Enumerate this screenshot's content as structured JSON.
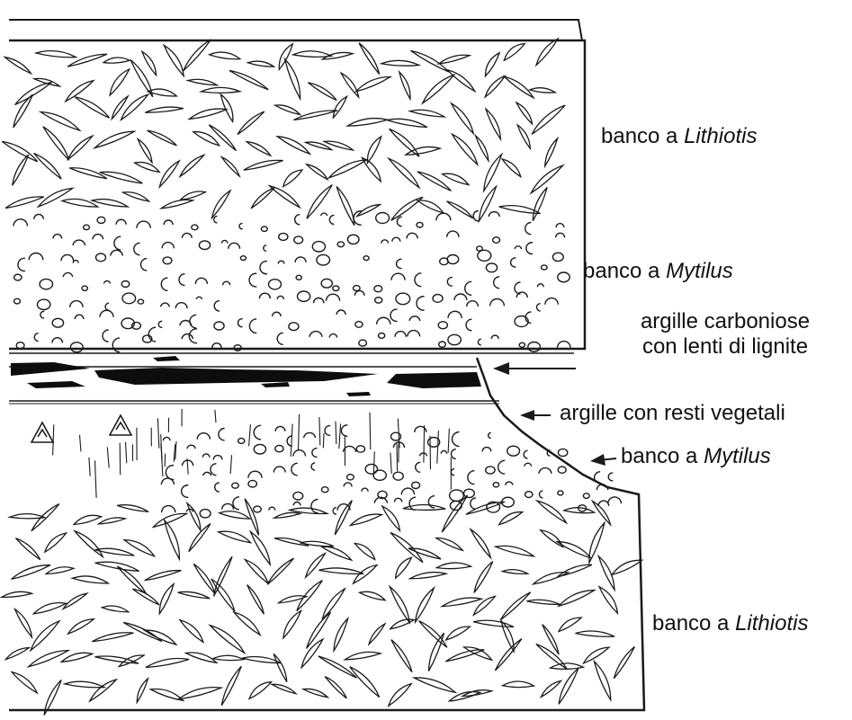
{
  "labels": {
    "upper_lithiotis": {
      "prefix": "banco a ",
      "taxon": "Lithiotis"
    },
    "upper_mytilus": {
      "prefix": "banco a ",
      "taxon": "Mytilus"
    },
    "carbonaceous_clay": {
      "line1": "argille carboniose",
      "line2": "con lenti di lignite"
    },
    "plant_remains_clay": {
      "text": "argille con resti vegetali"
    },
    "lower_mytilus": {
      "prefix": "banco a ",
      "taxon": "Mytilus"
    },
    "lower_lithiotis": {
      "prefix": "banco a ",
      "taxon": "Lithiotis"
    }
  },
  "colors": {
    "ink": "#1a1a1a",
    "paper": "#ffffff",
    "lignite": "#0d0d0d"
  }
}
